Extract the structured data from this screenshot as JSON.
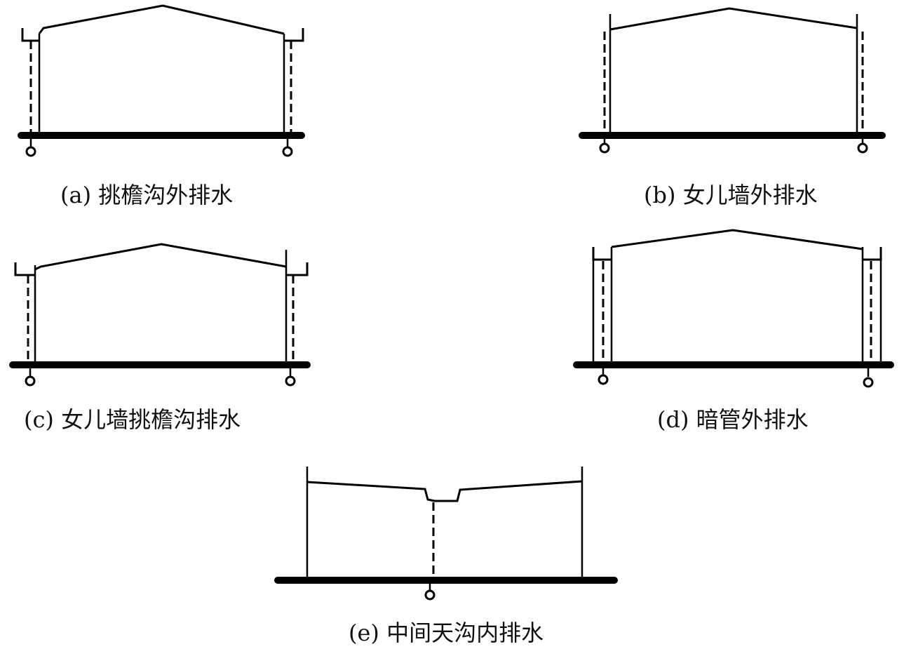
{
  "figures": [
    {
      "id": "a",
      "caption": "(a) 挑檐沟外排水"
    },
    {
      "id": "b",
      "caption": "(b) 女儿墙外排水"
    },
    {
      "id": "c",
      "caption": "(c) 女儿墙挑檐沟排水"
    },
    {
      "id": "d",
      "caption": "(d) 暗管外排水"
    },
    {
      "id": "e",
      "caption": "(e) 中间天沟内排水"
    }
  ]
}
